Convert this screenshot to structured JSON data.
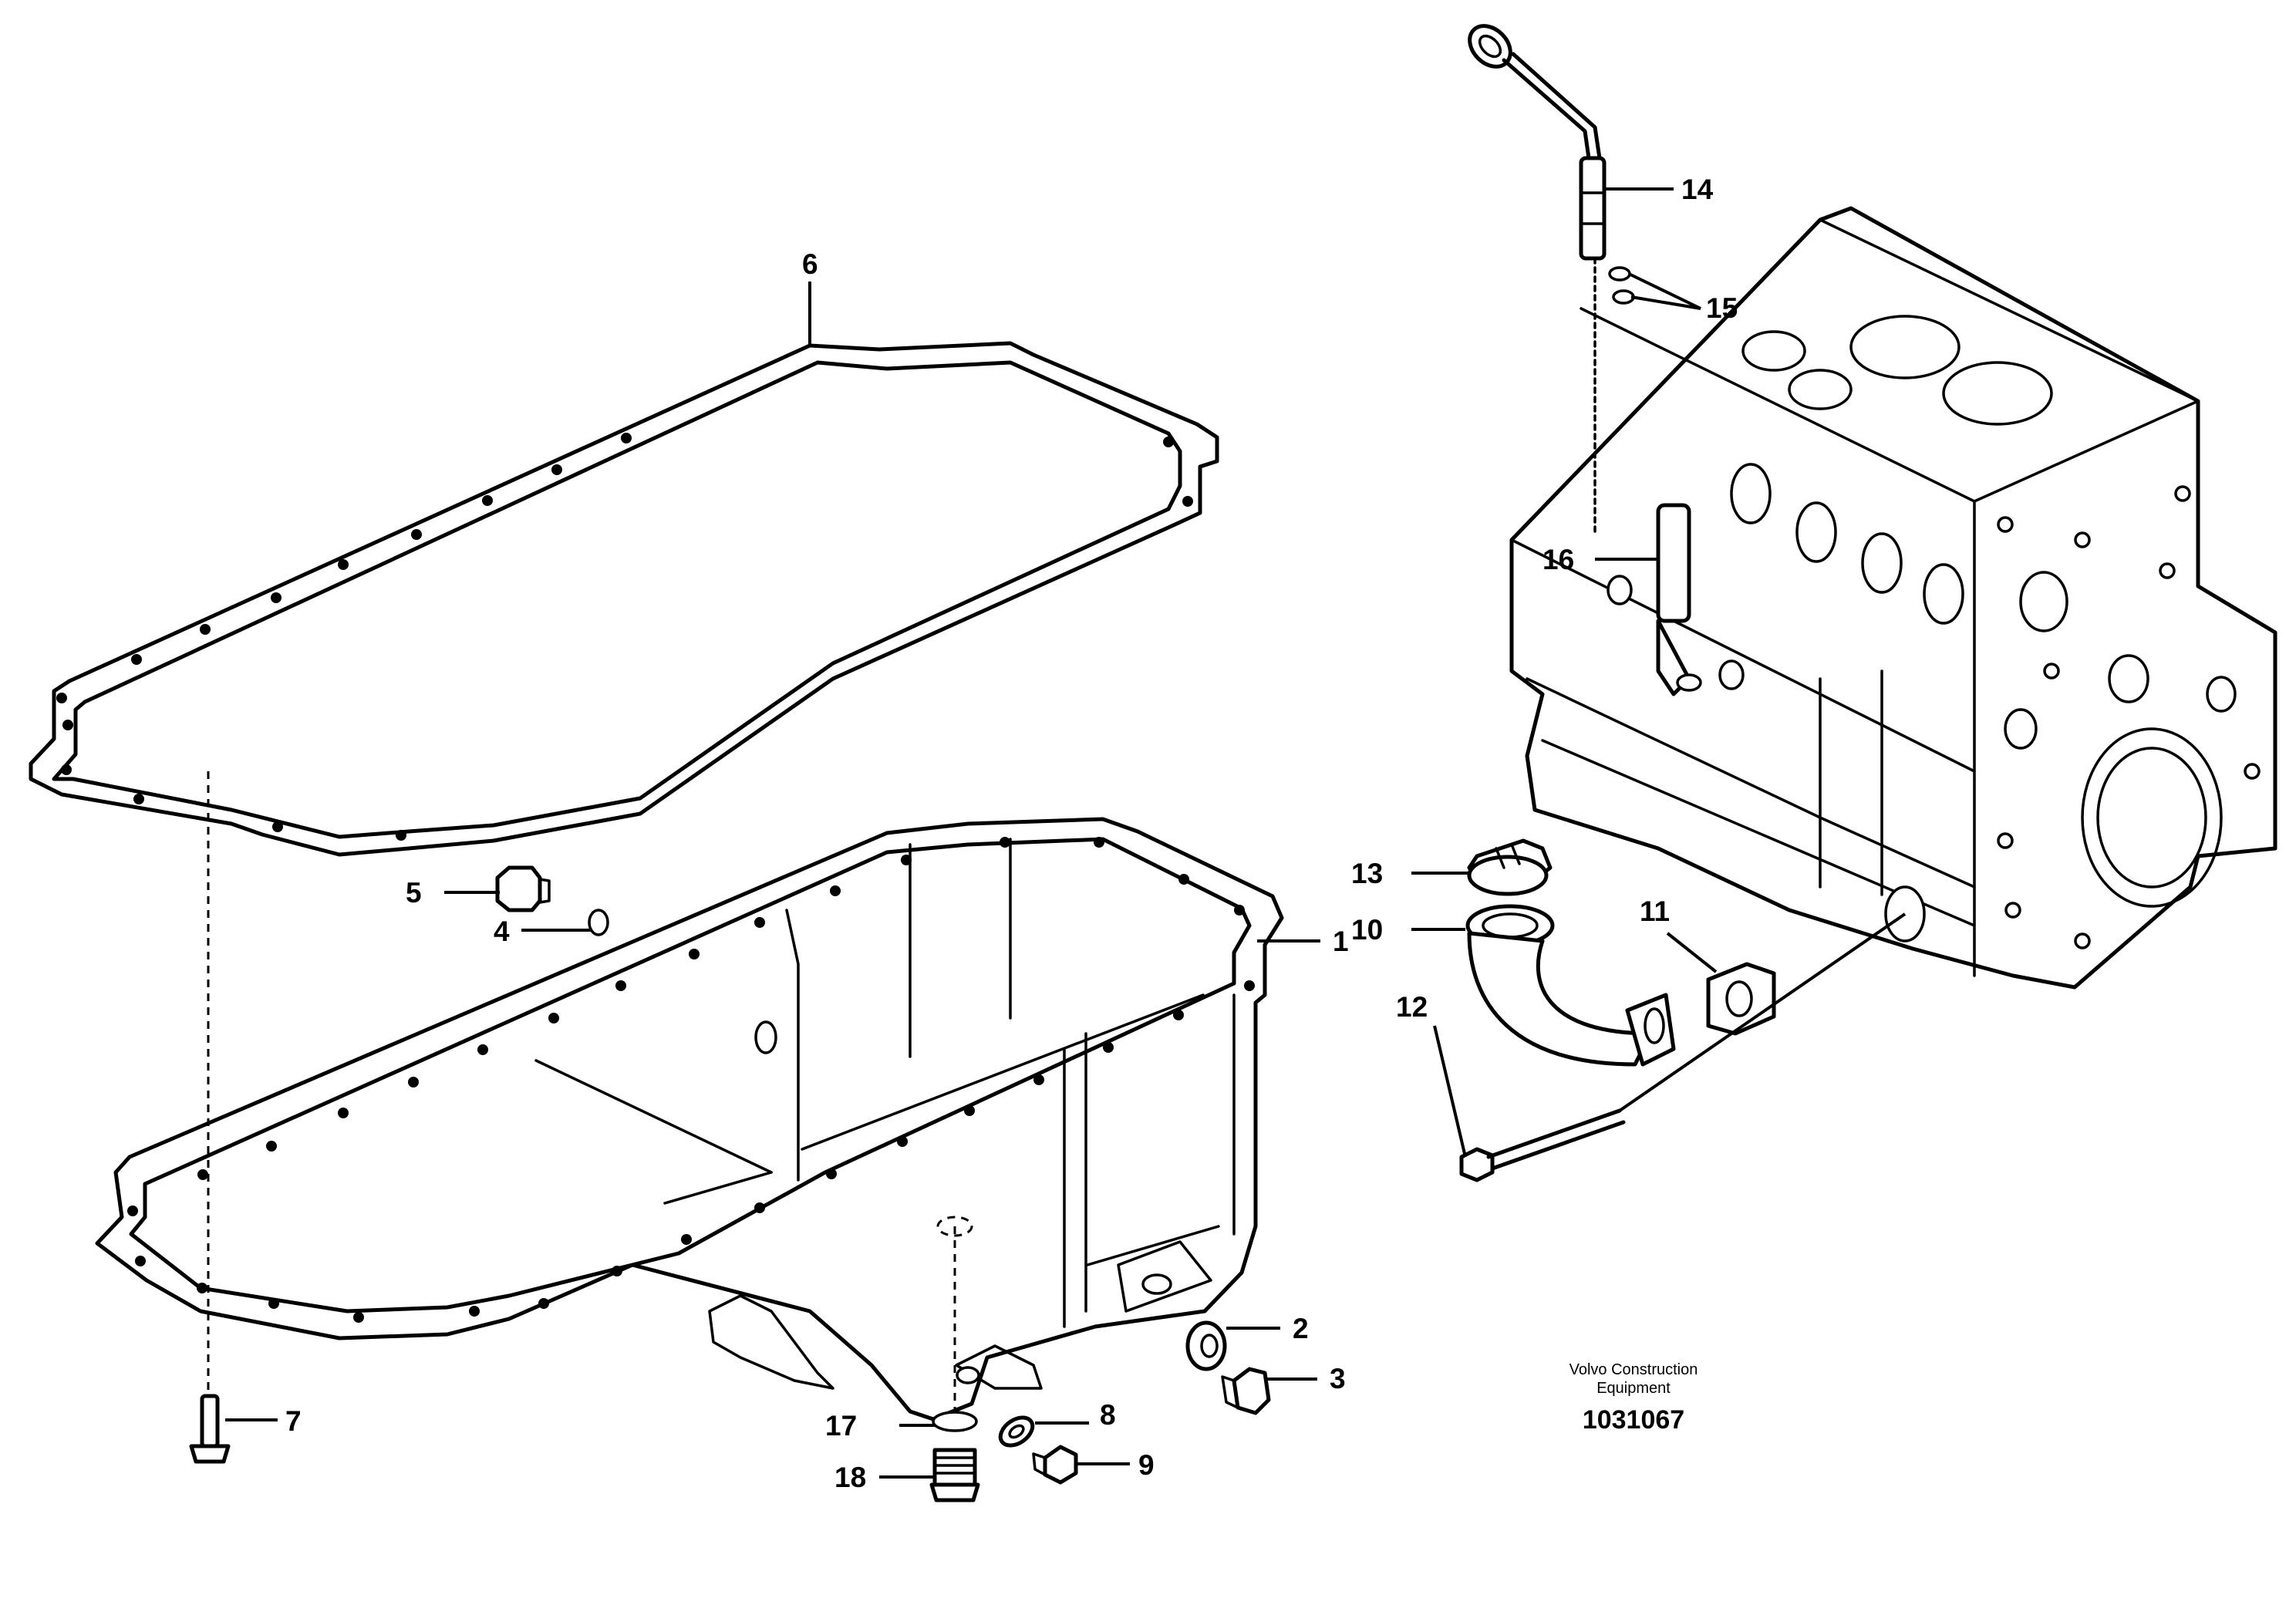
{
  "callouts": {
    "c1": "1",
    "c2": "2",
    "c3": "3",
    "c4": "4",
    "c5": "5",
    "c6": "6",
    "c7": "7",
    "c8": "8",
    "c9": "9",
    "c10": "10",
    "c11": "11",
    "c12": "12",
    "c13": "13",
    "c14": "14",
    "c15": "15",
    "c16": "16",
    "c17": "17",
    "c18": "18"
  },
  "credit": {
    "line1": "Volvo Construction",
    "line2": "Equipment",
    "reference": "1031067"
  }
}
